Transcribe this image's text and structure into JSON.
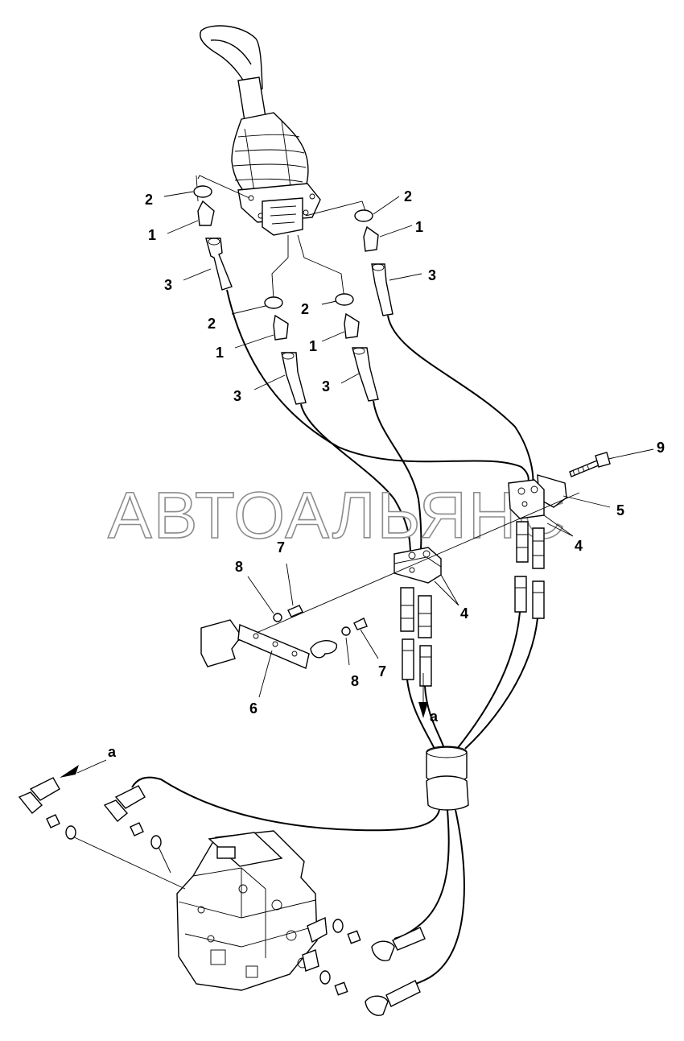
{
  "watermark": "АВТОАЛЬЯНС",
  "callouts": {
    "c1": "2",
    "c2": "1",
    "c3": "3",
    "c4": "2",
    "c5": "1",
    "c6": "3",
    "c7": "2",
    "c8": "1",
    "c9": "3",
    "c10": "2",
    "c11": "1",
    "c12": "3",
    "c13": "9",
    "c14": "5",
    "c15": "4",
    "c16": "4",
    "c17": "7",
    "c18": "8",
    "c19": "8",
    "c20": "7",
    "c21": "6",
    "c22": "a",
    "c23": "a"
  }
}
